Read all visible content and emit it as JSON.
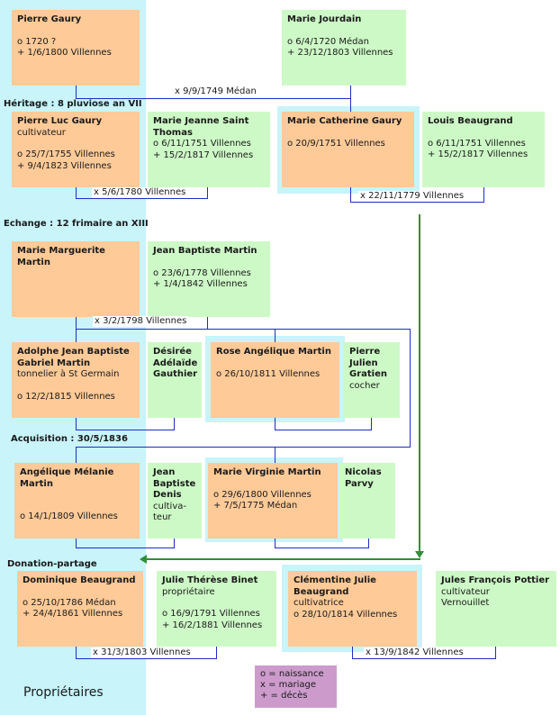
{
  "sections": {
    "heritage": "Héritage : 8 pluviose an VII",
    "echange": "Echange : 12 frimaire an XIII",
    "acquisition": "Acquisition : 30/5/1836",
    "donation": "Donation-partage"
  },
  "people": {
    "pierre_gaury": {
      "name": "Pierre Gaury",
      "birth": "o 1720 ?",
      "death": "+ 1/6/1800 Villennes"
    },
    "marie_jourdain": {
      "name": "Marie Jourdain",
      "birth": "o 6/4/1720 Médan",
      "death": "+ 23/12/1803 Villennes"
    },
    "pierre_luc_gaury": {
      "name": "Pierre Luc Gaury",
      "occupation": "cultivateur",
      "birth": "o 25/7/1755 Villennes",
      "death": "+ 9/4/1823 Villennes"
    },
    "marie_jeanne": {
      "name": "Marie Jeanne Saint Thomas",
      "birth": "o 6/11/1751 Villennes",
      "death": "+ 15/2/1817 Villennes"
    },
    "marie_catherine_gaury": {
      "name": "Marie Catherine Gaury",
      "birth": "o 20/9/1751 Villennes"
    },
    "louis_beaugrand": {
      "name": "Louis Beaugrand",
      "birth": "o 6/11/1751 Villennes",
      "death": "+ 15/2/1817 Villennes"
    },
    "marie_marguerite": {
      "name": "Marie Marguerite Martin"
    },
    "jean_baptiste_martin": {
      "name": "Jean Baptiste Martin",
      "birth": "o 23/6/1778 Villennes",
      "death": "+ 1/4/1842 Villennes"
    },
    "adolphe": {
      "name": "Adolphe Jean Baptiste Gabriel Martin",
      "occupation": "tonnelier à St Germain",
      "birth": "o 12/2/1815 Villennes"
    },
    "desiree": {
      "name": "Désirée Adélaïde Gauthier"
    },
    "rose_angelique": {
      "name": "Rose Angélique Martin",
      "birth": "o 26/10/1811 Villennes"
    },
    "pierre_julien": {
      "name": "Pierre Julien Gratien",
      "occupation": "cocher"
    },
    "angelique_melanie": {
      "name": "Angélique Mélanie Martin",
      "birth": "o 14/1/1809 Villennes"
    },
    "jean_baptiste_denis": {
      "name": "Jean Baptiste Denis",
      "occupation": "cultiva-teur"
    },
    "marie_virginie": {
      "name": "Marie Virginie Martin",
      "birth": "o 29/6/1800 Villennes",
      "death": "+ 7/5/1775 Médan"
    },
    "nicolas_parvy": {
      "name": "Nicolas Parvy"
    },
    "dominique": {
      "name": "Dominique Beaugrand",
      "birth": "o 25/10/1786 Médan",
      "death": "+ 24/4/1861 Villennes"
    },
    "julie_therese": {
      "name": "Julie Thérèse Binet",
      "occupation": "propriétaire",
      "birth": "o 16/9/1791 Villennes",
      "death": "+ 16/2/1881 Villennes"
    },
    "clementine": {
      "name": "Clémentine Julie Beaugrand",
      "occupation": "cultivatrice",
      "birth": "o 28/10/1814 Villennes"
    },
    "jules_francois": {
      "name": "Jules François Pottier",
      "occupation": "cultivateur",
      "residence": "Vernouillet"
    }
  },
  "marriages": {
    "m1": "x 9/9/1749 Médan",
    "m2": "x 5/6/1780 Villennes",
    "m3": "x 22/11/1779 Villennes",
    "m4": "x 3/2/1798 Villennes",
    "m5": "x 31/3/1803 Villennes",
    "m6": "x 13/9/1842 Villennes"
  },
  "legend": {
    "birth": "o = naissance",
    "marriage": "x = mariage",
    "death": "+ = décès"
  },
  "band_label": "Propriétaires",
  "colors": {
    "owner_box": "#fdca98",
    "spouse_box": "#cdf9c6",
    "owner_band": "#c8f4fa",
    "line": "#1c2ec6",
    "transfer_line": "#2f8f3a",
    "legend_bg": "#cc9bcc"
  }
}
